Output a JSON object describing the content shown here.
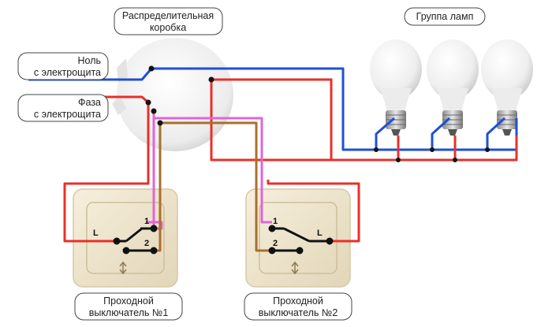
{
  "labels": {
    "junction_box": [
      "Распределительная",
      "коробка"
    ],
    "lamp_group": "Группа ламп",
    "neutral": [
      "Ноль",
      "с электрощита"
    ],
    "phase": [
      "Фаза",
      "с электрощита"
    ],
    "switch1": [
      "Проходной",
      "выключатель №1"
    ],
    "switch2": [
      "Проходной",
      "выключатель №2"
    ]
  },
  "switch1_terminals": {
    "common": "L",
    "first": "1",
    "second": "2"
  },
  "switch2_terminals": {
    "common": "L",
    "first": "1",
    "second": "2"
  },
  "colors": {
    "phase_wire": "#e8302a",
    "neutral_wire": "#1f4fd6",
    "traveler1_wire": "#e066d6",
    "traveler2_wire": "#a8702e",
    "callout_border": "#444444",
    "switch_body": "#efe6cf"
  },
  "icons": [
    "lamp-icon",
    "junction-box-icon",
    "switch-icon",
    "two-way-arrow-icon"
  ]
}
